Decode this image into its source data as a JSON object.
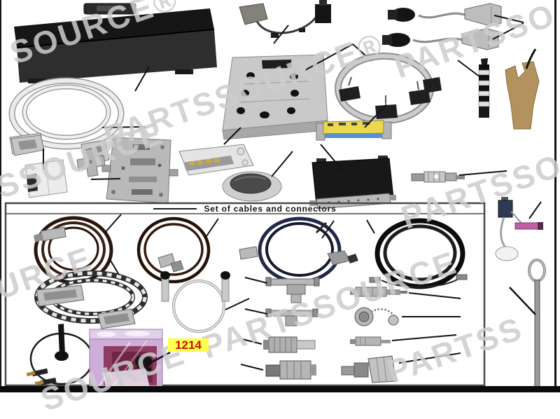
{
  "diagram": {
    "box_title": "Set of cables and connectors",
    "part_label": "1214"
  },
  "watermark": {
    "brand": "PARTSSOURCE®",
    "fragments": [
      "SOURCE®",
      "PARTSSO",
      "PARTSSOURCE®",
      "PARTSSOURCE",
      "PARTSSO",
      "SSOURCE",
      "PARTSSOURCE",
      "SOURCE",
      "PARTSS"
    ]
  },
  "colors": {
    "highlight_bg": "#ffff4d",
    "label_text": "#cc1100",
    "watermark_gray": "#cdcdcd",
    "bag_pink": "#cdaed9",
    "bag_contents": "#8e3c60",
    "clamp_tan": "#b3925f",
    "gender_changer_yellow": "#ead94e",
    "gender_changer_blue": "#5b8fd4",
    "case_black": "#1b1b1b",
    "frame_black": "#0a0a0a"
  },
  "parts": {
    "names": [
      "carrying-case",
      "serial-cable-coil",
      "short-adapter-cable",
      "breakout-test-box",
      "multi-connector-cable-coil",
      "din-dsub-cable-1",
      "din-dsub-cable-2",
      "lemo-connector",
      "cable-clamp-tool",
      "dsub-gender-changer-yellow",
      "dsub-adapter-small",
      "cross-adapter",
      "power-supply-module",
      "pcb-bracket",
      "interface-module",
      "dome-transducer",
      "db25-adapter-black",
      "inline-connector",
      "cable-coil-brown-1",
      "cable-coil-brown-2",
      "cable-coil-blue",
      "cable-coil-black-large",
      "thick-db25-cable-coil",
      "loop-cable-white",
      "bnc-t-adapter-1",
      "bnc-t-adapter-2",
      "bnc-barrel-connector-1",
      "bnc-barrel-connector-2",
      "inline-connector-small",
      "cap-chain-connector",
      "connector-small",
      "connector-large",
      "test-lead-loop",
      "anti-static-parts-bag",
      "pink-cable-assembly",
      "antenna-rod"
    ]
  }
}
